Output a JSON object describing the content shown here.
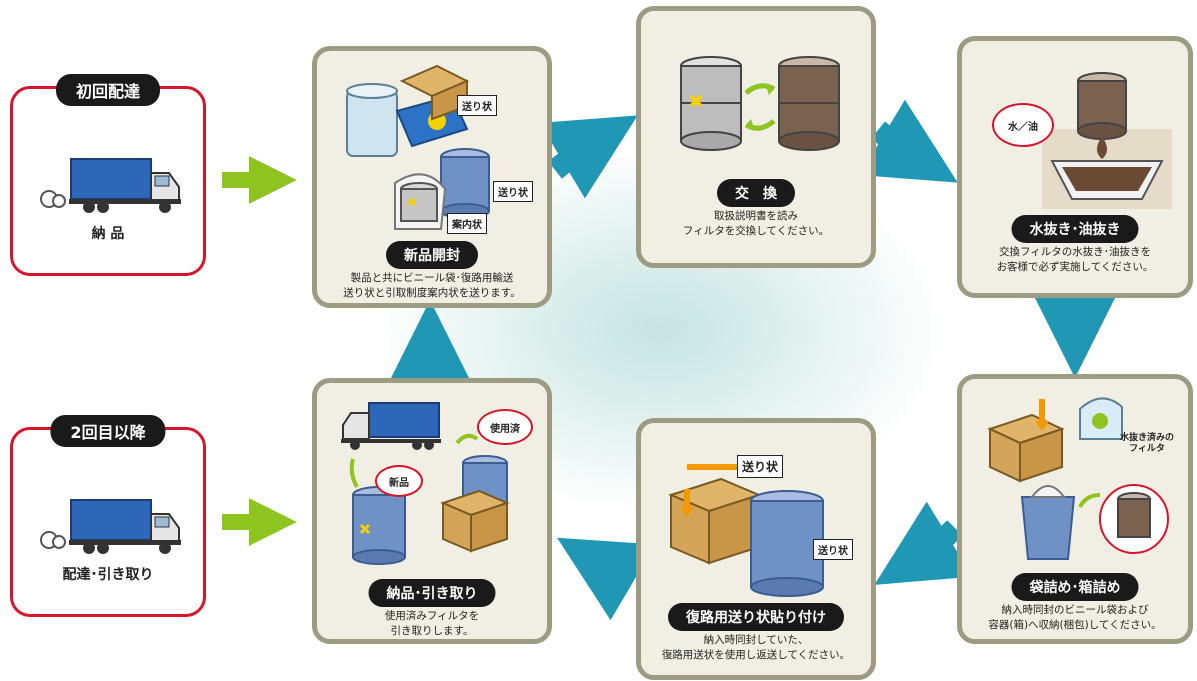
{
  "colors": {
    "start_border": "#d5152b",
    "card_border": "#9d9b82",
    "card_fill": "#f1efe3",
    "arrow_main": "#1f97b5",
    "arrow_entry": "#8fc31f",
    "truck_body": "#2e67b8",
    "drum_blue": "#6f91c6",
    "drum_brown": "#7b6250",
    "box_tan": "#e0b56a",
    "tape_orange": "#f39800"
  },
  "starts": [
    {
      "badge": "初回配達",
      "caption": "納 品",
      "icon": "delivery-truck-icon"
    },
    {
      "badge": "2回目以降",
      "caption": "配達･引き取り",
      "icon": "delivery-truck-icon"
    }
  ],
  "steps": {
    "unpack": {
      "title": "新品開封",
      "desc": [
        "製品と共にビニール袋･復路用輸送",
        "送り状と引取制度案内状を送ります。"
      ],
      "tags": [
        "送り状",
        "送り状",
        "案内状"
      ]
    },
    "exchange": {
      "title": "交　換",
      "desc": [
        "取扱説明書を読み",
        "フィルタを交換してください。"
      ]
    },
    "drain": {
      "title": "水抜き･油抜き",
      "desc": [
        "交換フィルタの水抜き･油抜きを",
        "お客様で必ず実施してください。"
      ],
      "bubble": "水／油"
    },
    "bag": {
      "title": "袋詰め･箱詰め",
      "desc": [
        "納入時同封のビニール袋および",
        "容器(箱)へ収納(梱包)してください。"
      ],
      "note": [
        "水抜き済みの",
        "フィルタ"
      ]
    },
    "label": {
      "title": "復路用送り状貼り付け",
      "desc": [
        "納入時同封していた、",
        "復路用送状を使用し返送してください。"
      ],
      "tags": [
        "送り状",
        "送り状"
      ]
    },
    "pickup": {
      "title": "納品･引き取り",
      "desc": [
        "使用済みフィルタを",
        "引き取りします。"
      ],
      "bubbles": [
        "使用済",
        "新品"
      ]
    }
  }
}
